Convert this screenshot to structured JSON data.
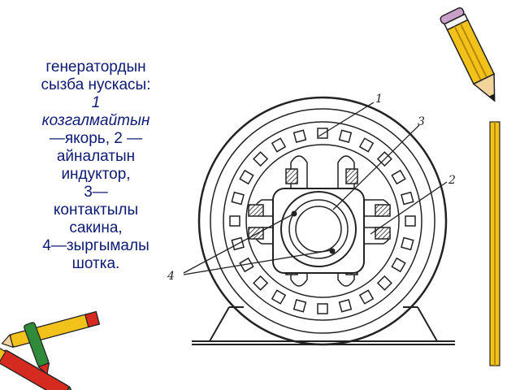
{
  "caption": {
    "lines": [
      "генератордын",
      "сызба нускасы:",
      "1",
      "козгалмайтын",
      "—якорь, 2 —",
      "айналатын",
      "индуктор,",
      "3—",
      "контактылы",
      "сакина,",
      "4—зыргымалы",
      "шотка."
    ]
  },
  "diagram": {
    "callouts": [
      "1",
      "3",
      "2",
      "4"
    ],
    "icons": [
      "pencil-icon",
      "pencil-icon",
      "pencil-icon",
      "crayon-icon"
    ],
    "colors": {
      "line": "#222222",
      "pencil_yellow": "#f2c21b",
      "pencil_dark": "#1a1a1a",
      "crayon_red": "#d42a1f",
      "crayon_green": "#2f8a3a"
    }
  }
}
